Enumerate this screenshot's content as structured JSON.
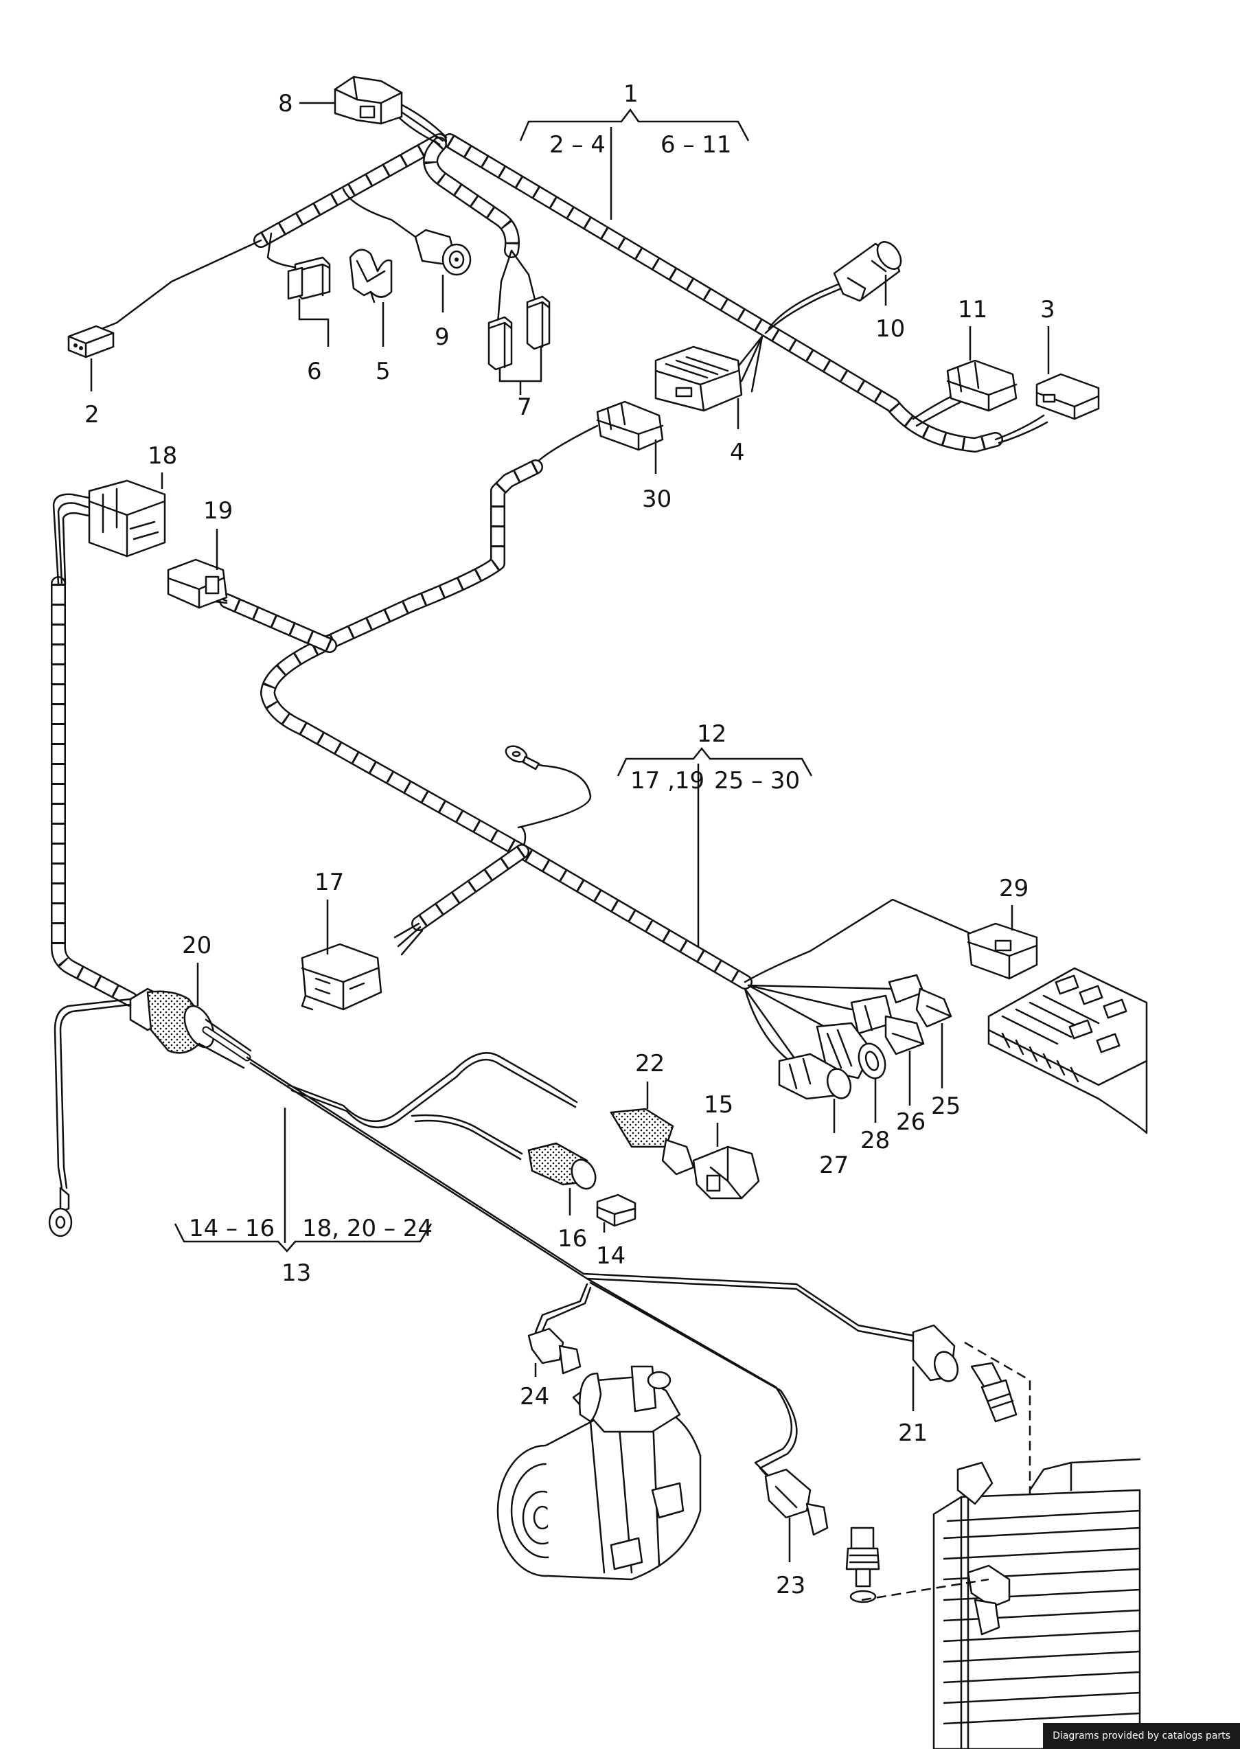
{
  "callouts": {
    "c1": "1",
    "c1_left": "2 – 4",
    "c1_right": "6 – 11",
    "c2": "2",
    "c3": "3",
    "c4": "4",
    "c5": "5",
    "c6": "6",
    "c7": "7",
    "c8": "8",
    "c9": "9",
    "c10": "10",
    "c11": "11",
    "c12": "12",
    "c12_left": "17 ,19",
    "c12_right": "25 – 30",
    "c13": "13",
    "c13_left": "14 – 16",
    "c13_right": "18, 20 – 24",
    "c14": "14",
    "c15": "15",
    "c16": "16",
    "c17": "17",
    "c18": "18",
    "c19": "19",
    "c20": "20",
    "c21": "21",
    "c22": "22",
    "c23": "23",
    "c24": "24",
    "c25": "25",
    "c26": "26",
    "c27": "27",
    "c28": "28",
    "c29": "29",
    "c30": "30"
  },
  "credit": "Diagrams provided by catalogs parts"
}
